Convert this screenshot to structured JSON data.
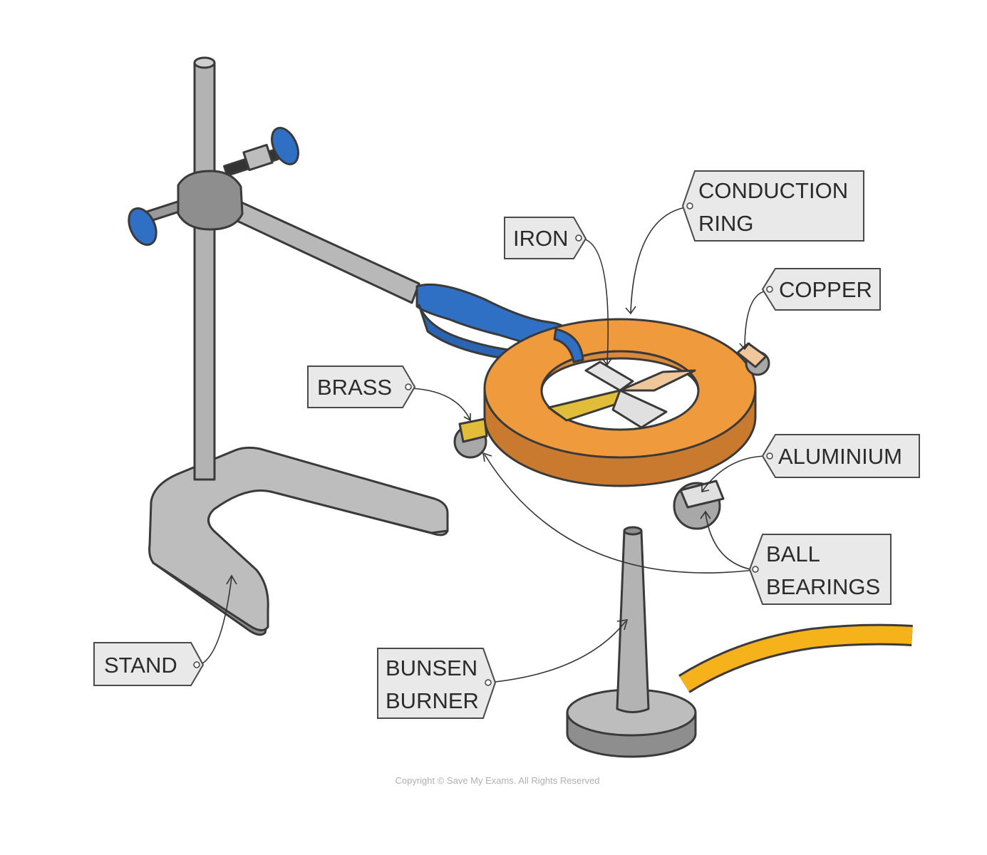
{
  "labels": {
    "conduction_ring": [
      "CONDUCTION",
      "RING"
    ],
    "iron": "IRON",
    "copper": "COPPER",
    "brass": "BRASS",
    "aluminium": "ALUMINIUM",
    "ball_bearings": [
      "BALL",
      "BEARINGS"
    ],
    "stand": "STAND",
    "bunsen_burner": [
      "BUNSEN",
      "BURNER"
    ]
  },
  "copyright": "Copyright © Save My Exams. All Rights Reserved",
  "colors": {
    "ring": "#ef9a3c",
    "ring_dark": "#c97a2e",
    "clamp": "#2f6fc4",
    "metal_gray": "#a8a8a8",
    "brass": "#e2bd3a",
    "copper": "#f0c79a",
    "hose": "#f6b21b"
  }
}
